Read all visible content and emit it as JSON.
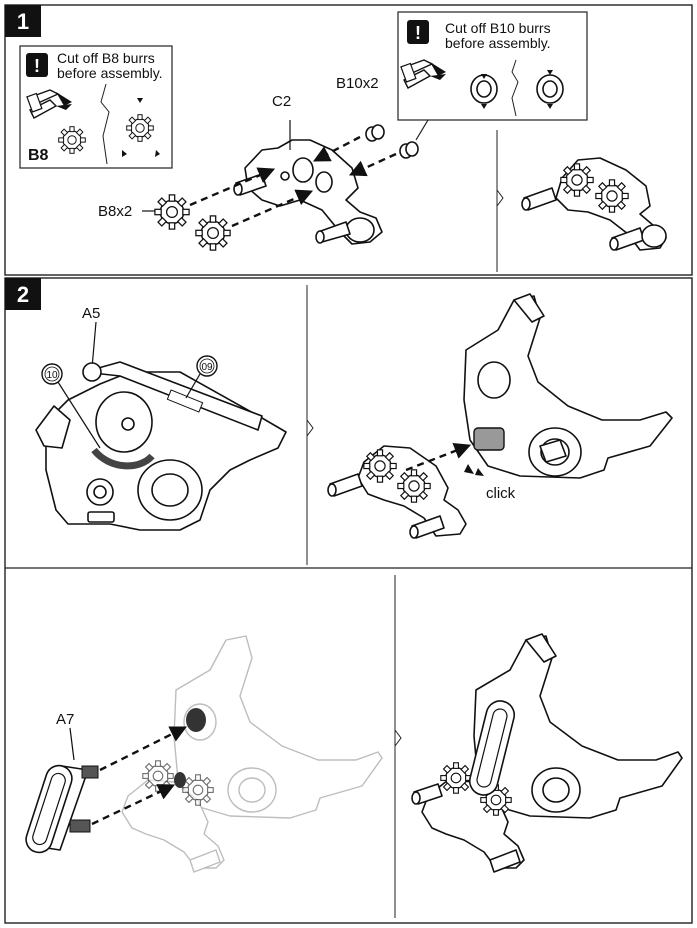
{
  "steps": [
    {
      "number": "1"
    },
    {
      "number": "2"
    }
  ],
  "step1": {
    "note_b8": {
      "line1": "Cut off B8 burrs",
      "line2": "before assembly.",
      "part_code": "B8"
    },
    "note_b10": {
      "line1": "Cut off B10 burrs",
      "line2": "before assembly."
    },
    "labels": {
      "c2": "C2",
      "b10": "B10x2",
      "b8": "B8x2"
    }
  },
  "step2": {
    "labels": {
      "a5": "A5",
      "sticker_10": "10",
      "sticker_09": "09",
      "click": "click",
      "a7": "A7"
    }
  },
  "icons": [
    "warning-icon",
    "cutter-icon",
    "gear-icon",
    "washer-icon"
  ]
}
